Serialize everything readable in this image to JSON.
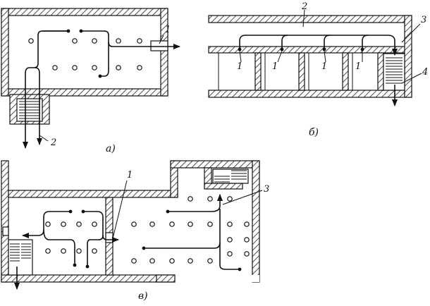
{
  "diagram": {
    "panel_a": {
      "caption": "а)",
      "labels": {
        "exit_1": "1",
        "stair_2": "2"
      }
    },
    "panel_b": {
      "caption": "б)",
      "labels": {
        "corridor_2": "2",
        "room_1a": "1",
        "room_1b": "1",
        "room_1c": "1",
        "room_1d": "1",
        "stair_3": "3",
        "exit_4": "4"
      }
    },
    "panel_c": {
      "caption": "в)",
      "labels": {
        "door_1": "1",
        "exit_3": "3"
      }
    }
  }
}
